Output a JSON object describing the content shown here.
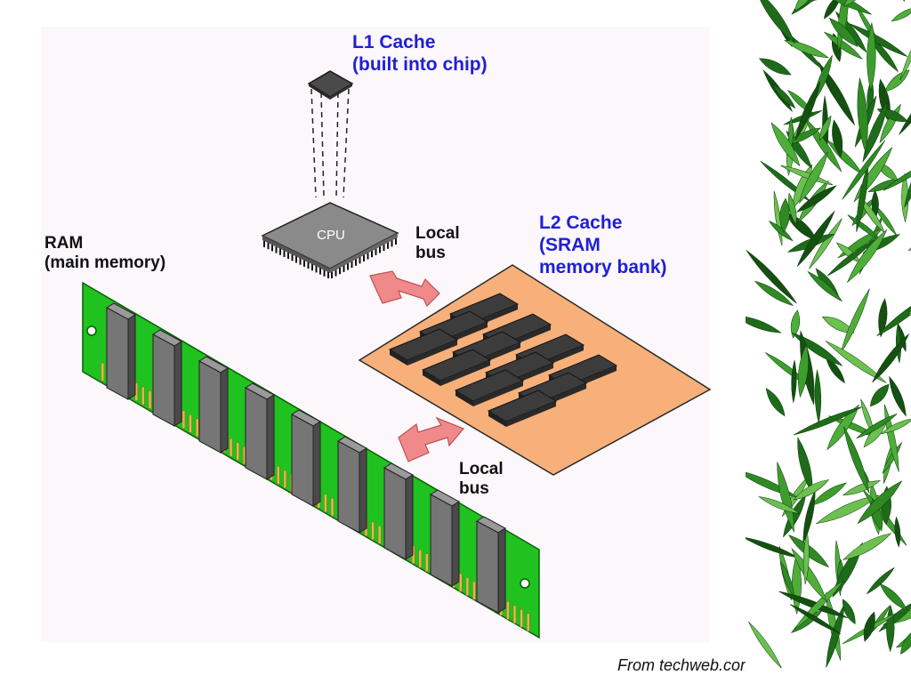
{
  "labels": {
    "l1_cache": [
      "L1 Cache",
      "(built into chip)"
    ],
    "l2_cache": [
      "L2 Cache",
      "(SRAM",
      "memory bank)"
    ],
    "ram": [
      "RAM",
      "(main memory)"
    ],
    "local_bus_top": [
      "Local",
      "bus"
    ],
    "local_bus_bottom": [
      "Local",
      "bus"
    ],
    "cpu": "CPU"
  },
  "credit": "From techweb.com",
  "colors": {
    "label_blue": "#1f1fd6",
    "board_green": "#1fc21f",
    "sram_board": "#f7b07a",
    "chip_dark": "#3c3c3c",
    "arrow_pink": "#f08a8a"
  }
}
